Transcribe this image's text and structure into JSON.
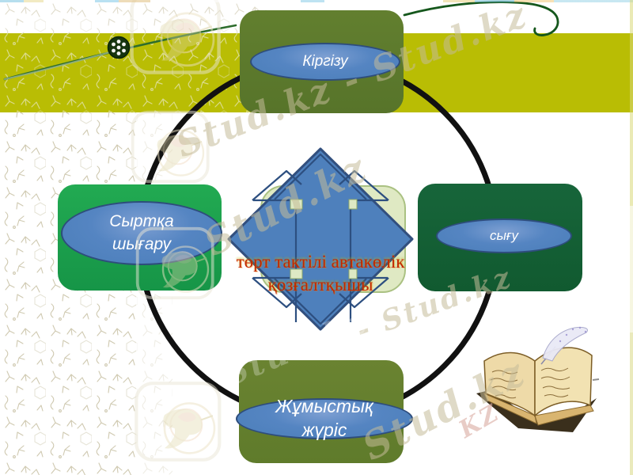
{
  "slide": {
    "title_caption": {
      "line1": "төрт тактілі автакөлік",
      "line2": "қозғалтқышы"
    },
    "nodes": [
      {
        "position": "top",
        "label": "Кіргізу"
      },
      {
        "position": "right",
        "label": "сығу"
      },
      {
        "position": "left",
        "line1": "Сыртқа",
        "line2": "шығару"
      },
      {
        "position": "bottom",
        "line1": "Жұмыстық",
        "line2": "жүріс"
      }
    ],
    "colors": {
      "accent_blue": "#4f81bd",
      "blue_border": "#2e4d7c",
      "node_top_green": "#5a772b",
      "node_right_green": "#145f33",
      "node_left_green": "#1aa14e",
      "node_bottom_green": "#66802e",
      "band_yellow": "#b9bd04",
      "caption_red": "#c22600",
      "cycle_ring_black": "#111111"
    }
  },
  "watermark": {
    "full": "Stud.kz - Stud.kz",
    "brand": "Stud.kz",
    "dash_brand": "- Stud.kz",
    "kz": "KZ"
  }
}
